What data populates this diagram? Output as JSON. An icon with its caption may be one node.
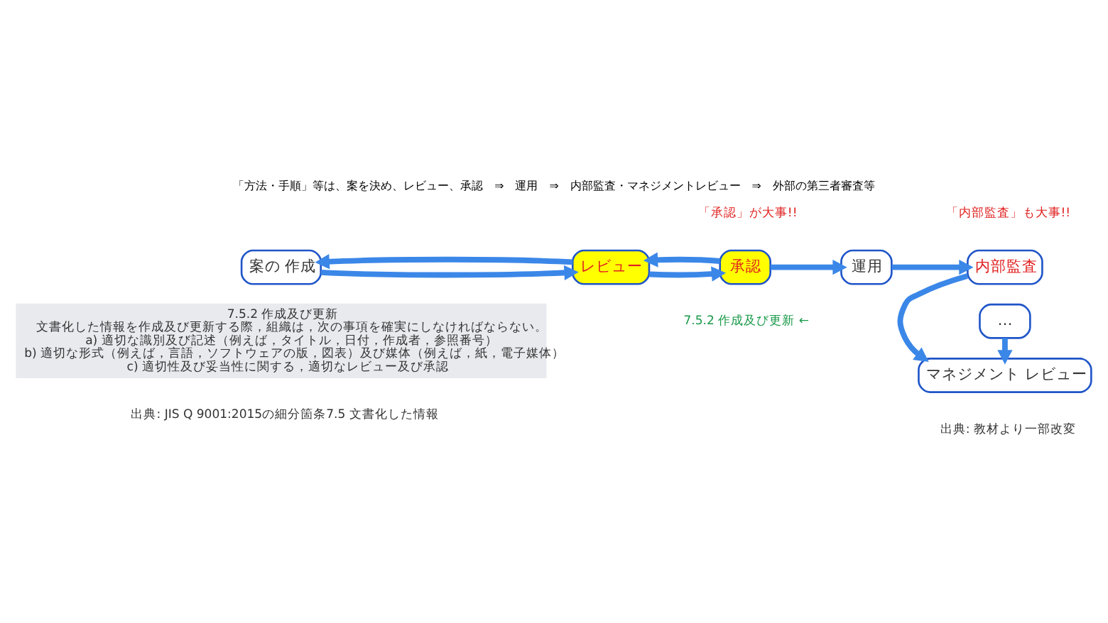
{
  "diagram": {
    "title": "「方法・手順」等は、案を決め、レビュー、承認　⇒　運用　⇒　内部監査・マネジメントレビュー　⇒　外部の第三者審査等",
    "nodes": [
      {
        "text": [
          "案の 作成"
        ]
      },
      {
        "text": [
          "レビュー"
        ]
      },
      {
        "text": [
          "承認"
        ]
      },
      {
        "text": [
          "運用"
        ]
      },
      {
        "text": [
          "内部監査"
        ]
      },
      {
        "text": [
          "…"
        ]
      },
      {
        "text": [
          "マネジメント レビュー"
        ]
      },
      {
        "text": [
          "7.5.2 作成及び更新",
          "文書化した情報を作成及び更新する際，組織は，次の事項を確実にしなければならない。",
          "a) 適切な識別及び記述（例えば，タイトル，日付，作成者，参照番号）",
          "b) 適切な形式（例えば，言語，ソフトウェアの版，図表）及び媒体（例えば，紙，電子媒体）",
          "c) 適切性及び妥当性に関する，適切なレビュー及び承認"
        ]
      }
    ],
    "edges": [
      {
        "from": 0,
        "to": 1,
        "arrow": "to"
      },
      {
        "from": 1,
        "to": 2,
        "arrow": "to"
      },
      {
        "from": 2,
        "to": 3,
        "arrow": "to"
      },
      {
        "from": 1,
        "to": 0,
        "arrow": "to"
      },
      {
        "from": 2,
        "to": 1,
        "arrow": "to"
      },
      {
        "from": 3,
        "to": 4,
        "arrow": "to"
      },
      {
        "from": 5,
        "to": 6,
        "arrow": "to"
      },
      {
        "from": 4,
        "to": 6,
        "arrow": "to"
      }
    ],
    "labels": [
      "出典: JIS Q 9001:2015の細分箇条7.5 文書化した情報",
      "「承認」が大事!!",
      "「内部監査」も大事!!",
      "7.5.2 作成及び更新 ←",
      "出典: 教材より一部改変"
    ]
  }
}
